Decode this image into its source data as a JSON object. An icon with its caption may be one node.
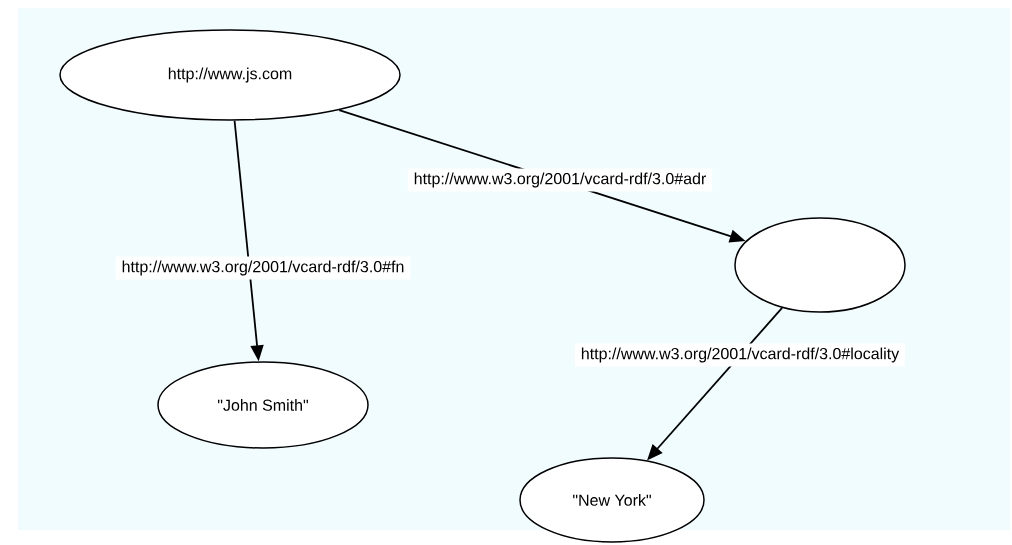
{
  "diagram": {
    "nodes": [
      {
        "text": [
          "http://www.js.com"
        ]
      },
      {
        "text": [],
        "shape": "ellipse"
      },
      {
        "text": [
          "\"John Smith\""
        ]
      },
      {
        "text": [
          "\"New York\""
        ]
      }
    ],
    "edges": [
      {
        "from": 0,
        "to": 2,
        "arrow": "to",
        "label": "http://www.w3.org/2001/vcard-rdf/3.0#fn"
      },
      {
        "from": 0,
        "to": 1,
        "arrow": "to",
        "label": "http://www.w3.org/2001/vcard-rdf/3.0#adr"
      },
      {
        "from": 1,
        "to": 3,
        "arrow": "to",
        "label": "http://www.w3.org/2001/vcard-rdf/3.0#locality"
      }
    ]
  }
}
